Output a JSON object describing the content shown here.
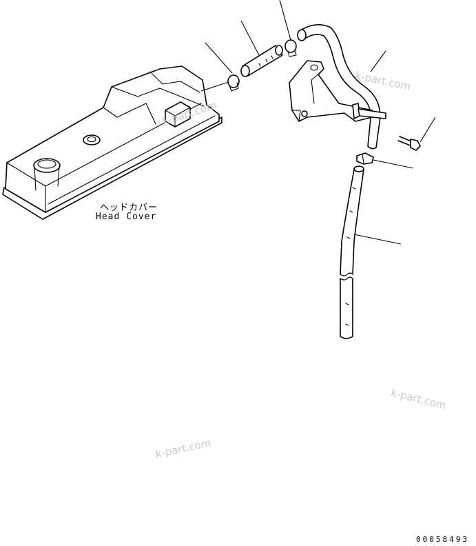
{
  "labels": {
    "head_cover_jp": "ヘッドカバー",
    "head_cover_en": "Head Cover"
  },
  "watermarks": [
    "k-part.com",
    "k-part.com",
    "k-part.com",
    "k-part.com"
  ],
  "drawing_code": "00058493"
}
